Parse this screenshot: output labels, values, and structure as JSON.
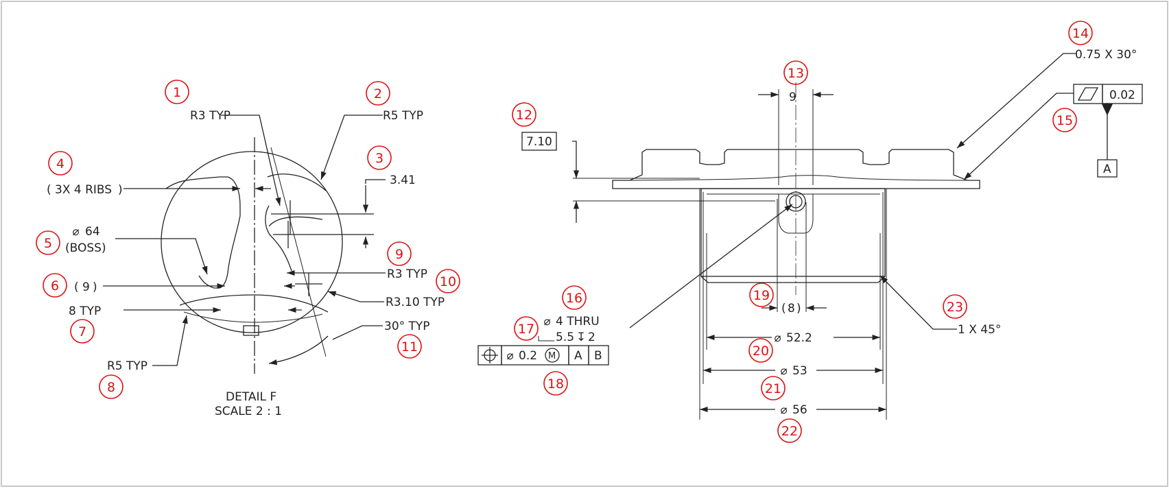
{
  "detail": {
    "title": "DETAIL F",
    "scale": "SCALE 2 : 1",
    "labels": {
      "r3_typ": "R3 TYP",
      "r5_typ": "R5 TYP",
      "ribs": "3X 4 RIBS",
      "dim_341": "3.41",
      "boss_dia": "64",
      "boss": "(BOSS)",
      "nine": "9",
      "r3_typ_2": "R3 TYP",
      "r310_typ": "R3.10 TYP",
      "eight_typ": "8 TYP",
      "thirty_typ": "30° TYP",
      "r5_typ_2": "R5 TYP"
    }
  },
  "section": {
    "labels": {
      "chamfer_top": "0.75 X 30°",
      "flatness_tol": "0.02",
      "datum_a": "A",
      "dim_710": "7.10",
      "width_9": "9",
      "hole": "4 THRU",
      "cbore": "5.5",
      "depth": "2",
      "pos_tol": "0.2",
      "mmc": "M",
      "datum_ref_a": "A",
      "datum_ref_b": "B",
      "eight": "8",
      "d522": "52.2",
      "d53": "53",
      "d56": "56",
      "chamfer_bot": "1 X 45°"
    }
  },
  "balloons": [
    "1",
    "2",
    "3",
    "4",
    "5",
    "6",
    "7",
    "8",
    "9",
    "10",
    "11",
    "12",
    "13",
    "14",
    "15",
    "16",
    "17",
    "18",
    "19",
    "20",
    "21",
    "22",
    "23"
  ],
  "colors": {
    "balloon": "#dd1111",
    "line": "#222222",
    "frame": "#c8c8c8"
  },
  "symbols": {
    "diameter": "diameter-icon",
    "position": "position-icon",
    "flatness": "flatness-icon",
    "depth": "depth-icon",
    "mmc": "mmc-icon"
  }
}
